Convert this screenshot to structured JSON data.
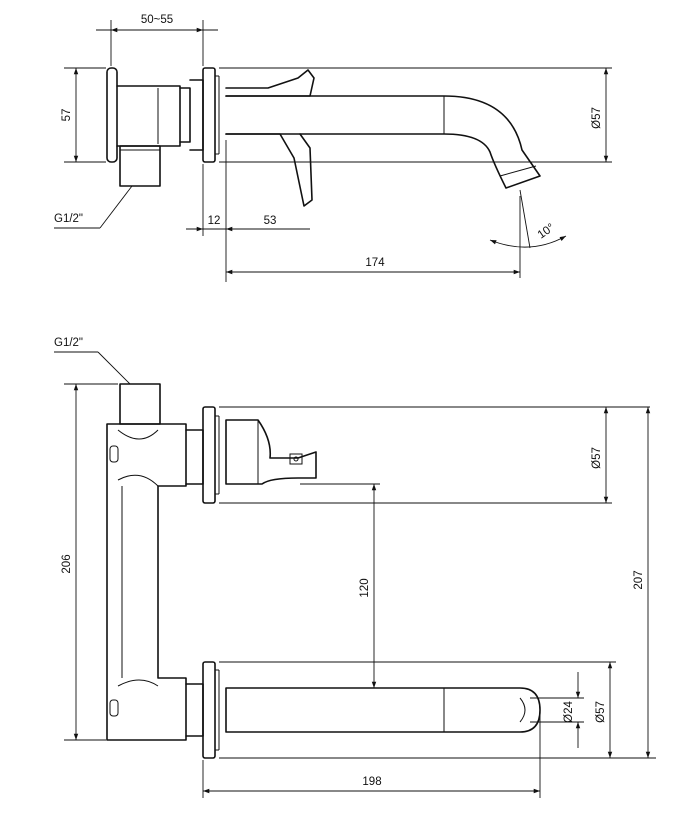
{
  "side_view": {
    "dim_width_range": "50~55",
    "dim_height_57": "57",
    "dim_diameter": "Ø57",
    "dim_12": "12",
    "dim_53": "53",
    "dim_174": "174",
    "thread_label": "G1/2\"",
    "angle_label": "10°"
  },
  "top_view": {
    "thread_label": "G1/2\"",
    "dim_upper_diameter": "Ø57",
    "dim_120": "120",
    "dim_206": "206",
    "dim_207": "207",
    "dim_outlet_diameter": "Ø24",
    "dim_lower_diameter": "Ø57",
    "dim_198": "198"
  }
}
